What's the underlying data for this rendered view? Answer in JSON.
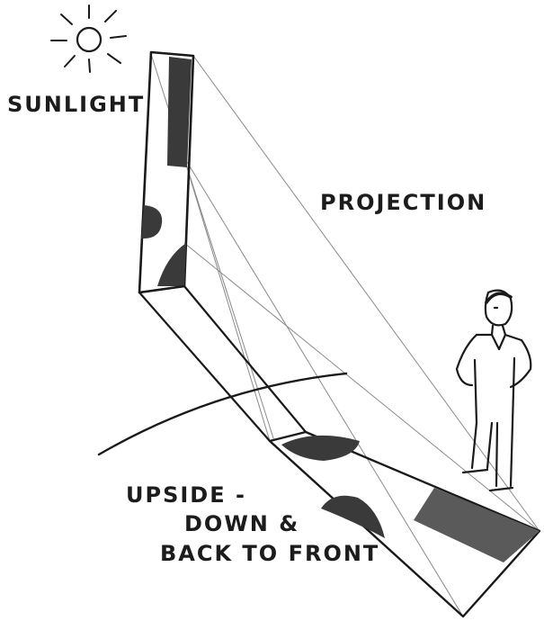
{
  "labels": {
    "sunlight": "SUNLIGHT",
    "projection": "PROJECTION",
    "upside_line1": "UPSIDE -",
    "upside_line2": "DOWN &",
    "upside_line3": "BACK TO FRONT"
  },
  "colors": {
    "ink": "#1a1a1a",
    "shade": "#3a3a3a",
    "paper": "#ffffff"
  },
  "icons": [
    "sun-icon",
    "person-figure"
  ]
}
